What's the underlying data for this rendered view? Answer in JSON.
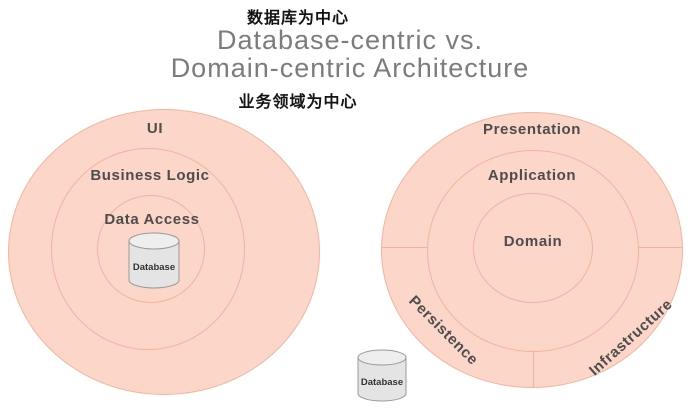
{
  "header": {
    "top_label_zh": "数据库为中心",
    "title_line1": "Database-centric vs.",
    "title_line2": "Domain-centric Architecture",
    "bottom_label_zh": "业务领域为中心"
  },
  "left_diagram": {
    "name": "database-centric",
    "rings": [
      "UI",
      "Business Logic",
      "Data Access"
    ],
    "database_label": "Database"
  },
  "right_diagram": {
    "name": "domain-centric",
    "rings": [
      "Presentation",
      "Application",
      "Domain"
    ],
    "outer_segments": [
      "Persistence",
      "Infrastructure"
    ],
    "database_label": "Database"
  },
  "colors": {
    "ring_fill": "#fbd6c9",
    "ring_border": "#f2b49c",
    "label_text": "#4d4d4d",
    "title_text": "#7c7c7c",
    "zh_text": "#141414",
    "cylinder_fill": "#e4e4e4",
    "cylinder_top_fill": "#eeeeee",
    "cylinder_border": "#999999"
  }
}
